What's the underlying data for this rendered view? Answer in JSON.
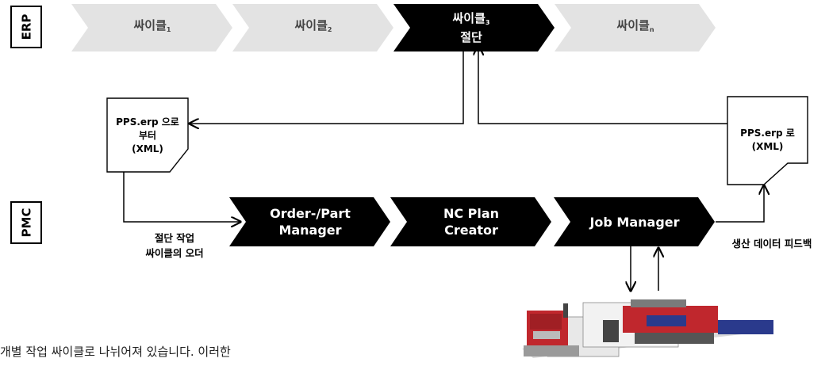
{
  "labels": {
    "erp": "ERP",
    "pmc": "PMC"
  },
  "erp_cycles": [
    {
      "label": "싸이클",
      "sub": "1",
      "line2": ""
    },
    {
      "label": "싸이클",
      "sub": "2",
      "line2": ""
    },
    {
      "label": "싸이클",
      "sub": "3",
      "line2": "절단"
    },
    {
      "label": "싸이클",
      "sub": "n",
      "line2": ""
    }
  ],
  "pmc_steps": [
    {
      "line1": "Order-/Part",
      "line2": "Manager"
    },
    {
      "line1": "NC Plan",
      "line2": "Creator"
    },
    {
      "line1": "Job Manager",
      "line2": ""
    }
  ],
  "documents": {
    "from_erp": {
      "line1": "PPS.erp 으로",
      "line2": "부터",
      "line3": "(XML)"
    },
    "to_erp": {
      "line1": "PPS.erp 로",
      "line2": "(XML)"
    }
  },
  "notes": {
    "order_line1": "절단 작업",
    "order_line2": "싸이클의 오더",
    "feedback": "생산 데이터 피드백"
  },
  "bottom_text": "개별 작업 싸이클로 나뉘어져 있습니다. 이러한",
  "colors": {
    "erp_chevron": "#e3e3e3",
    "active": "#000000",
    "machine_red": "#c0272d",
    "machine_blue": "#2a3a8c"
  }
}
